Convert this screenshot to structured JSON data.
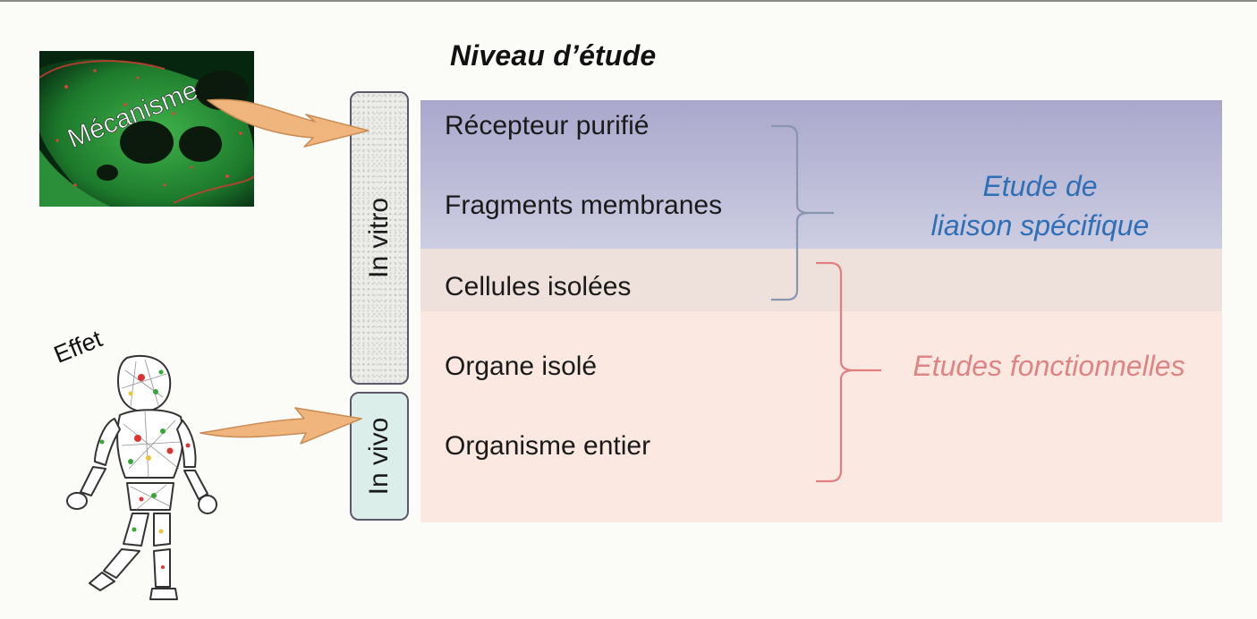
{
  "title": "Niveau d’étude",
  "levels": [
    "Récepteur purifié",
    "Fragments membranes",
    "Cellules isolées",
    "Organe isolé",
    "Organisme entier"
  ],
  "categories": {
    "specific_binding_line1": "Etude de",
    "specific_binding_line2": "liaison spécifique",
    "functional": "Etudes fonctionnelles"
  },
  "conditions": {
    "in_vitro": "In vitro",
    "in_vivo": "In vivo"
  },
  "images": {
    "mechanism_label": "Mécanisme",
    "effect_label": "Effet"
  },
  "colors": {
    "binding_band": "#a9a8cc",
    "cells_band": "#eee0da",
    "functional_band": "#fbe9e1",
    "binding_text": "#2f6fb6",
    "functional_text": "#dd8585",
    "arrow": "#f0b57d"
  }
}
